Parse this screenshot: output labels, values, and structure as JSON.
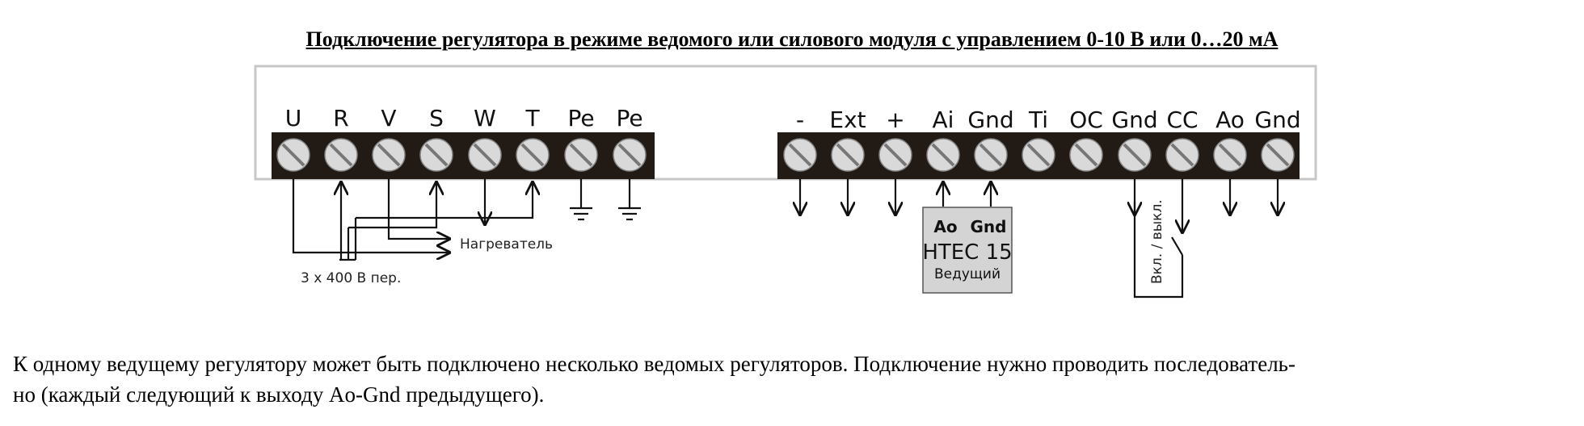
{
  "title": "Подключение регулятора в режиме ведомого или силового модуля с управлением 0-10 В или 0…20 мА",
  "power_terminals": [
    "U",
    "R",
    "V",
    "S",
    "W",
    "T",
    "Pe",
    "Pe"
  ],
  "control_terminals": [
    "-",
    "Ext",
    "+",
    "Ai",
    "Gnd",
    "Ti",
    "OC",
    "Gnd",
    "CC",
    "Ao",
    "Gnd"
  ],
  "heater_label": "Нагреватель",
  "supply_label": "3 х 400 В пер.",
  "master": {
    "pin_ao": "Ao",
    "pin_gnd": "Gnd",
    "model": "HTEC 15",
    "role": "Ведущий"
  },
  "switch_label": "Вкл. / выкл.",
  "description": [
    "К одному ведущему регулятору может быть подключено несколько ведомых регуляторов. Подключение нужно проводить последователь-",
    "но (каждый следующий к выходу Ao-Gnd предыдущего)."
  ]
}
